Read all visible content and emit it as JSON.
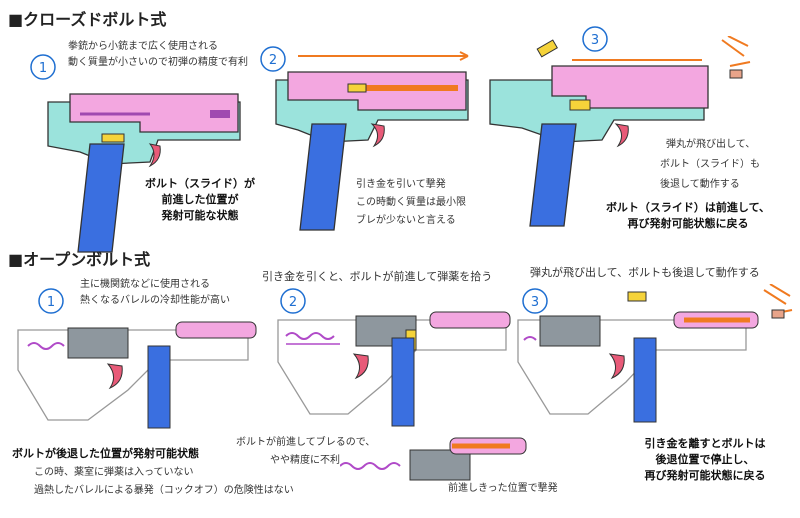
{
  "colors": {
    "frame": "#9be3dc",
    "frame_outline": "#333333",
    "slide": "#f3a7e0",
    "slide_dark": "#a04ab0",
    "magazine": "#3a6fe0",
    "trigger": "#e85a78",
    "flame": "#f07a20",
    "spring": "#b04ac8",
    "number": "#1f6fd1",
    "bolt_gray": "#8e979e"
  },
  "closed": {
    "heading": "■クローズドボルト式",
    "step_numbers": [
      "1",
      "2",
      "3"
    ],
    "desc1": [
      "拳銃から小銃まで広く使用される",
      "動く質量が小さいので初弾の精度で有利"
    ],
    "label1": [
      "ボルト（スライド）が",
      "前進した位置が",
      "発射可能な状態"
    ],
    "desc2": [
      "引き金を引いて撃発",
      "この時動く質量は最小限",
      "ブレが少ないと言える"
    ],
    "desc3": [
      "弾丸が飛び出して、",
      "ボルト（スライド）も",
      "後退して動作する"
    ],
    "label3": [
      "ボルト（スライド）は前進して、",
      "再び発射可能状態に戻る"
    ]
  },
  "open": {
    "heading": "■オープンボルト式",
    "step_numbers": [
      "1",
      "2",
      "3"
    ],
    "desc1": [
      "主に機関銃などに使用される",
      "熱くなるバレルの冷却性能が高い"
    ],
    "top2": "引き金を引くと、ボルトが前進して弾薬を拾う",
    "top3": "弾丸が飛び出して、ボルトも後退して動作する",
    "label1": "ボルトが後退した位置が発射可能状態",
    "desc1b": [
      "この時、薬室に弾薬は入っていない",
      "過熱したバレルによる暴発（コックオフ）の危険性はない"
    ],
    "mid": [
      "ボルトが前進してブレるので、",
      "やや精度に不利"
    ],
    "sub": "前進しきった位置で撃発",
    "label3": [
      "引き金を離すとボルトは",
      "後退位置で停止し、",
      "再び発射可能状態に戻る"
    ]
  }
}
